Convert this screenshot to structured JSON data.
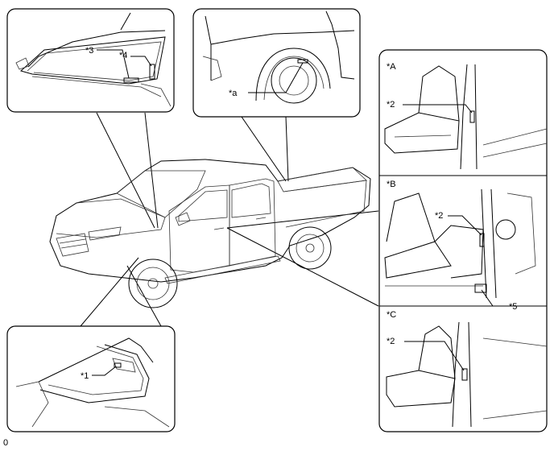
{
  "labels": {
    "star_a_upper": "*a",
    "star_1": "*1",
    "star_2_a": "*2",
    "star_2_b": "*2",
    "star_2_c": "*2",
    "star_3": "*3",
    "star_4": "*4",
    "star_5": "*5",
    "view_A": "*A",
    "view_B": "*B",
    "view_C": "*C"
  },
  "corner_code": "0"
}
